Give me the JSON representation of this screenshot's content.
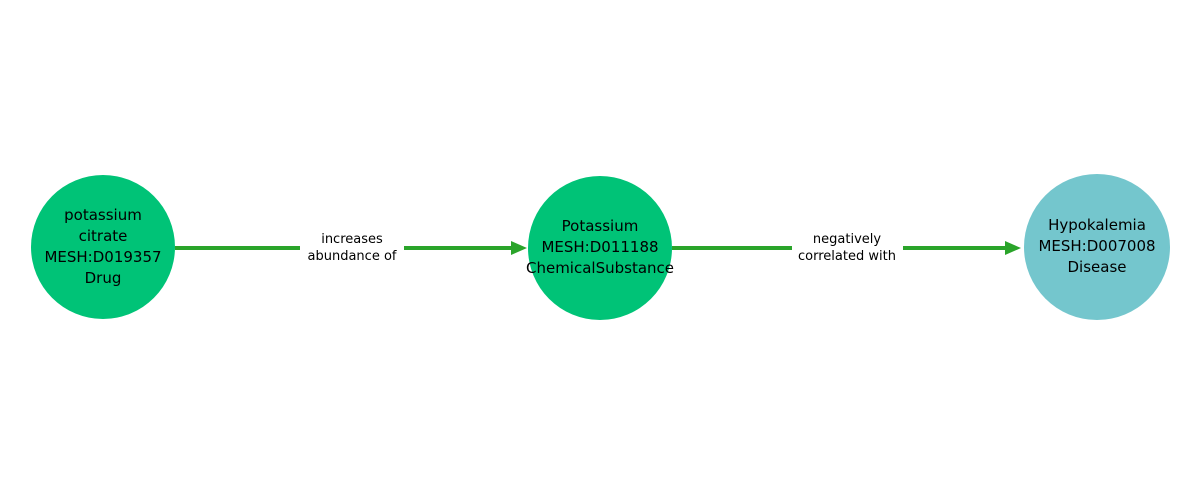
{
  "diagram": {
    "type": "knowledge-graph",
    "background_color": "#ffffff",
    "colors": {
      "node_chemical_fill": "#00c377",
      "node_disease_fill": "#74c6cd",
      "edge_stroke": "#2aa42a",
      "text": "#000000"
    },
    "nodes": [
      {
        "id": "potassium-citrate",
        "lines": [
          "potassium",
          "citrate",
          "MESH:D019357",
          "Drug"
        ],
        "name": "potassium citrate",
        "mesh_id": "MESH:D019357",
        "category": "Drug",
        "fill": "#00c377"
      },
      {
        "id": "potassium",
        "lines": [
          "Potassium",
          "MESH:D011188",
          "ChemicalSubstance"
        ],
        "name": "Potassium",
        "mesh_id": "MESH:D011188",
        "category": "ChemicalSubstance",
        "fill": "#00c377"
      },
      {
        "id": "hypokalemia",
        "lines": [
          "Hypokalemia",
          "MESH:D007008",
          "Disease"
        ],
        "name": "Hypokalemia",
        "mesh_id": "MESH:D007008",
        "category": "Disease",
        "fill": "#74c6cd"
      }
    ],
    "edges": [
      {
        "from": "potassium-citrate",
        "to": "potassium",
        "label_lines": [
          "increases",
          "abundance of"
        ],
        "label": "increases abundance of"
      },
      {
        "from": "potassium",
        "to": "hypokalemia",
        "label_lines": [
          "negatively",
          "correlated with"
        ],
        "label": "negatively correlated with"
      }
    ]
  }
}
